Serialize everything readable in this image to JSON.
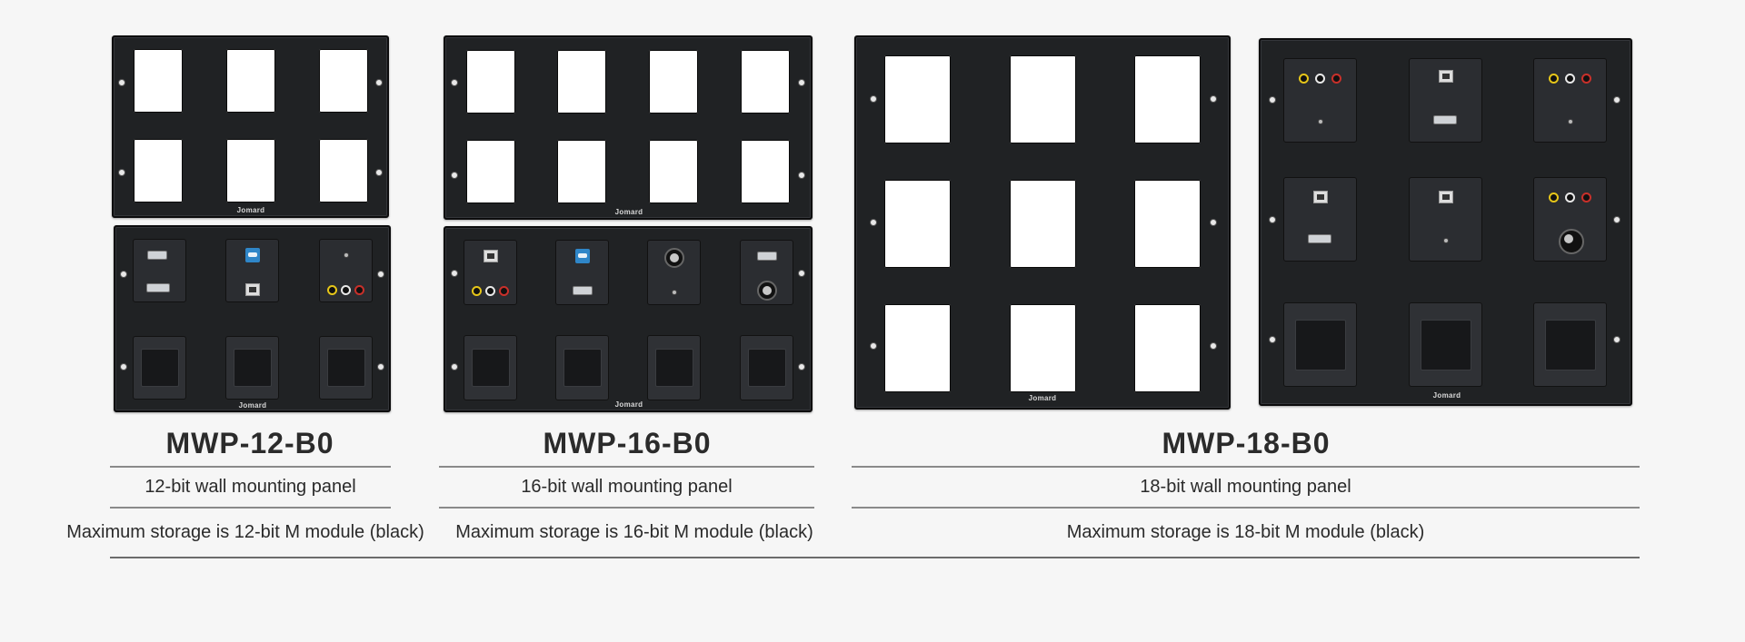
{
  "brand_label": "Jomard",
  "products": [
    {
      "model": "MWP-12-B0",
      "name": "12-bit wall mounting panel",
      "capacity": "Maximum storage is 12-bit M module (black)"
    },
    {
      "model": "MWP-16-B0",
      "name": "16-bit wall mounting panel",
      "capacity": "Maximum storage is 16-bit M module (black)"
    },
    {
      "model": "MWP-18-B0",
      "name": "18-bit wall mounting panel",
      "capacity": "Maximum storage is 18-bit M module (black)"
    }
  ],
  "colors": {
    "panel": "#202224",
    "background": "#f6f6f6",
    "rule": "#8a8a8a"
  }
}
